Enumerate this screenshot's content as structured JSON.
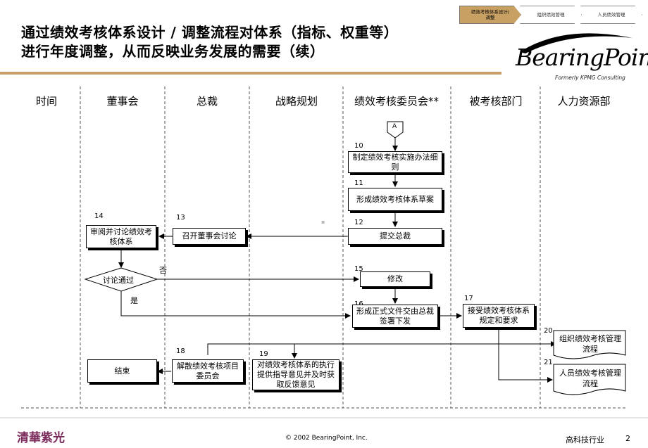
{
  "header": {
    "title_line1": "通过绩效考核体系设计 / 调整流程对体系（指标、权重等）",
    "title_line2": "进行年度调整，从而反映业务发展的需要（续）",
    "breadcrumbs": [
      "绩效考核体系设计/调整",
      "组织绩效管理",
      "人员绩效管理"
    ],
    "logo_text": "BearingPoint.",
    "logo_tagline": "Formerly KPMG Consulting"
  },
  "columns": [
    "时间",
    "董事会",
    "总裁",
    "战略规划",
    "绩效考核委员会**",
    "被考核部门",
    "人力资源部"
  ],
  "connector": {
    "label": "A"
  },
  "nodes": {
    "n10": {
      "num": "10",
      "text": "制定绩效考核实施办法细则"
    },
    "n11": {
      "num": "11",
      "text": "形成绩效考核体系草案"
    },
    "n12": {
      "num": "12",
      "text": "提交总裁"
    },
    "n13": {
      "num": "13",
      "text": "召开董事会讨论"
    },
    "n14": {
      "num": "14",
      "text": "审阅并讨论绩效考核体系"
    },
    "decision": {
      "text": "讨论通过",
      "no_label": "否",
      "yes_label": "是"
    },
    "n15": {
      "num": "15",
      "text": "修改"
    },
    "n16": {
      "num": "16",
      "text": "形成正式文件交由总裁签署下发"
    },
    "n17": {
      "num": "17",
      "text": "接受绩效考核体系规定和要求"
    },
    "n18": {
      "num": "18",
      "text": "解散绩效考核项目委员会"
    },
    "n19": {
      "num": "19",
      "text": "对绩效考核体系的执行提供指导意见并及时获取反馈意见"
    },
    "n20": {
      "num": "20",
      "text": "组织绩效考核管理流程"
    },
    "n21": {
      "num": "21",
      "text": "人员绩效考核管理流程"
    },
    "end": {
      "text": "结束"
    }
  },
  "footer": {
    "logo": "清華紫光",
    "copyright": "© 2002 BearingPoint, Inc.",
    "industry": "高科技行业",
    "page": "2"
  },
  "colors": {
    "accent": "#c8a064",
    "line": "#000000"
  }
}
